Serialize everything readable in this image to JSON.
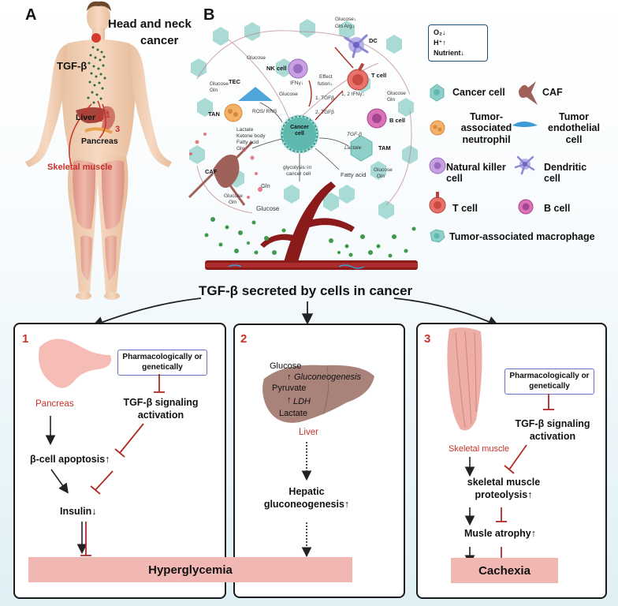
{
  "panel_a": {
    "letter": "A",
    "title_line1": "Head and neck",
    "title_line2": "cancer",
    "tgf": "TGF-β",
    "liver": "Liver",
    "pancreas": "Pancreas",
    "skeletal_muscle": "Skeletal muscle",
    "n1": "1",
    "n2": "2",
    "n3": "3"
  },
  "panel_b": {
    "letter": "B",
    "cells": {
      "dc": "DC",
      "nk": "NK cell",
      "tcell": "T cell",
      "bcell": "B cell",
      "tec": "TEC",
      "tan": "TAN",
      "tam": "TAM",
      "caf": "CAF",
      "cancer": "Cancer cell"
    },
    "notes": {
      "glucose_top": "Glucose↓",
      "gln_arg": "Gln Arg↓",
      "glucose_nk": "Glucose",
      "ifn_down": "IFNγ↓",
      "effect": "Effect",
      "fution": "fution↓",
      "glucose_gln_l1": "Glucose",
      "glucose_gln_l2": "Gln",
      "ros": "ROS/ RNS",
      "glucose_mid": "Glucose",
      "tgfb1": "1. TGFβ",
      "tgfb2": "2. TGFβ",
      "ifn12": "1, 2 IFNγ↓",
      "glucose_b1": "Glucose",
      "glucose_b2": "Gln",
      "lactate": "Lactate",
      "ketone": "Ketone body",
      "fatty_acid_l": "Fatty acid",
      "gln_l": "Gln",
      "tgfb_tam": "TGF-β",
      "lactate_tam": "Lactate",
      "glycolysis1": "glycolysis↑in",
      "glycolysis2": "cancer cell",
      "fatty_acid": "Fatty acid",
      "glucose_r1": "Glucose",
      "glucose_r2": "Gln",
      "glucose_caf1": "Glucose",
      "glucose_caf2": "Gln",
      "gln": "Gln",
      "glucose_bottom": "Glucose"
    },
    "env": [
      "O₂↓",
      "H⁺↑",
      "Nutrient↓"
    ]
  },
  "legend": {
    "cancer_cell": "Cancer cell",
    "caf": "CAF",
    "tan": "Tumor-associated neutrophil",
    "tec": "Tumor endothelial cell",
    "nk": "Natural killer cell",
    "dc": "Dendritic cell",
    "tcell": "T cell",
    "bcell": "B cell",
    "tam": "Tumor-associated macrophage"
  },
  "colors": {
    "accent_red": "#c8322b",
    "inhibit_red": "#b02a26",
    "banner": "#f0b7b3",
    "note_border": "#6b72c9",
    "vessel": "#8b1a1a"
  },
  "central_title": "TGF-β secreted by cells in cancer",
  "box1": {
    "num": "1",
    "organ": "Pancreas",
    "note": "Pharmacologically or genetically",
    "signaling": "TGF-β signaling activation",
    "apoptosis": "β-cell apoptosis↑",
    "insulin": "Insulin↓"
  },
  "box2": {
    "num": "2",
    "glucose": "Glucose",
    "gluconeogenesis": "Gluconeogenesis",
    "pyruvate": "Pyruvate",
    "ldh": "LDH",
    "lactate": "Lactate",
    "organ": "Liver",
    "hepatic": "Hepatic gluconeogenesis↑"
  },
  "box3": {
    "num": "3",
    "organ": "Skeletal muscle",
    "note": "Pharmacologically or genetically",
    "signaling": "TGF-β signaling activation",
    "proteolysis": "skeletal muscle proteolysis↑",
    "atrophy": "Musle atrophy↑"
  },
  "hyperglycemia": "Hyperglycemia",
  "cachexia": "Cachexia"
}
